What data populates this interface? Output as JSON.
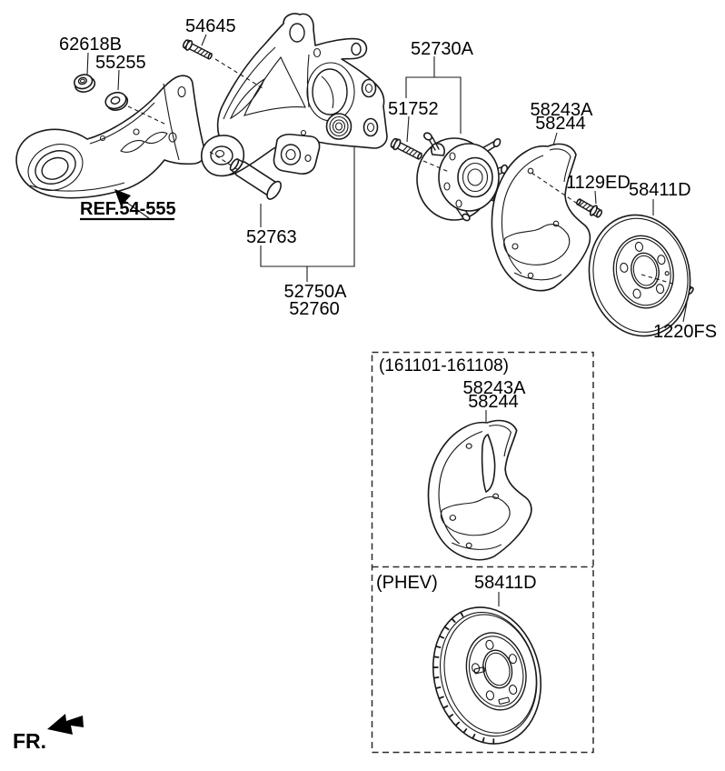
{
  "diagram": {
    "background": "#ffffff",
    "line_color": "#1a1a1a",
    "callouts": {
      "c62618b": "62618B",
      "c55255": "55255",
      "c54645": "54645",
      "c52730a": "52730A",
      "c51752": "51752",
      "c58243a": "58243A",
      "c58244": "58244",
      "c1129ed": "1129ED",
      "c58411d": "58411D",
      "c1220fs": "1220FS",
      "c52763": "52763",
      "c52750a": "52750A",
      "c52760": "52760"
    },
    "reference": {
      "label": "REF.54-555"
    },
    "inset_top": {
      "date_range": "(161101-161108)",
      "c58243a": "58243A",
      "c58244": "58244"
    },
    "inset_bottom": {
      "variant": "(PHEV)",
      "c58411d": "58411D"
    },
    "front_marker": {
      "label": "FR."
    }
  }
}
